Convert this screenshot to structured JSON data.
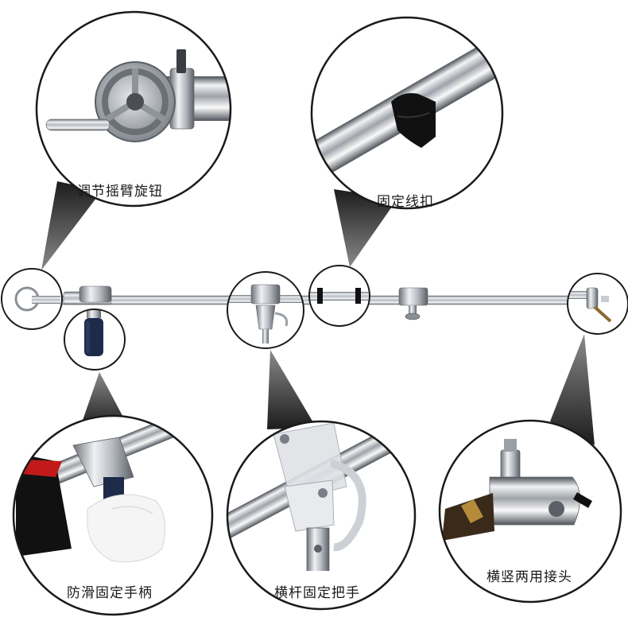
{
  "callouts": {
    "knob": {
      "label": "调节摇臂旋钮"
    },
    "clip": {
      "label": "固定线扣"
    },
    "handle": {
      "label": "防滑固定手柄"
    },
    "bar_lock": {
      "label": "横杆固定把手"
    },
    "adapter": {
      "label": "横竖两用接头"
    }
  },
  "colors": {
    "background": "#ffffff",
    "circle_border": "#1a1a1a",
    "label_band": "#ffffff",
    "label_text": "#1a1a1a",
    "pointer": "#2b2b2b",
    "steel_light": "#eef0f3",
    "steel_mid": "#b8bcc2",
    "steel_dark": "#6e737a",
    "clip_black": "#111111",
    "grip_navy": "#1d2a4a",
    "sleeve_red": "#c21a1a",
    "glove_white": "#f5f5f5",
    "brass": "#b58b3a"
  }
}
